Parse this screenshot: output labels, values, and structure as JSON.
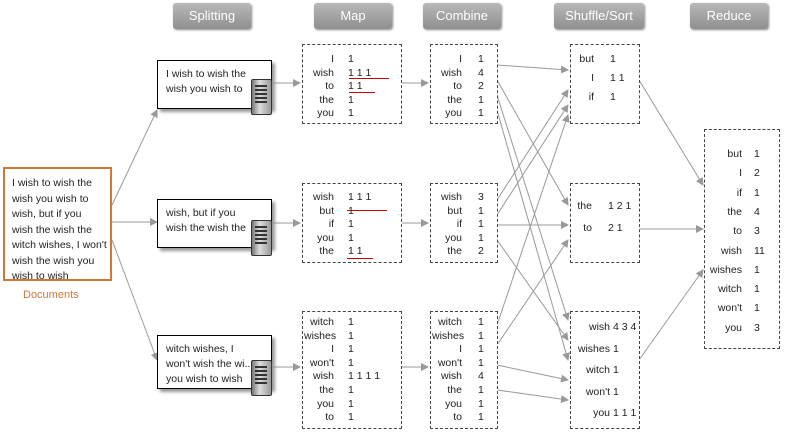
{
  "headers": {
    "splitting": "Splitting",
    "map": "Map",
    "combine": "Combine",
    "shuffle": "Shuffle/Sort",
    "reduce": "Reduce"
  },
  "document": {
    "text": "I wish to wish the\nwish you wish to\nwish, but if you\nwish the wish the\nwitch wishes, I won't\nwish the wish you\nwish to wish",
    "label": "Documents"
  },
  "splits": [
    {
      "text": "I wish to wish the\nwish you wish to"
    },
    {
      "text": "wish, but if you\nwish the wish the"
    },
    {
      "text": "witch wishes, I\nwon't wish the wi..\nyou wish to wish"
    }
  ],
  "map": [
    [
      [
        "I",
        "1"
      ],
      [
        "wish",
        "1 1 1"
      ],
      [
        "to",
        "1 1"
      ],
      [
        "the",
        "1"
      ],
      [
        "you",
        "1"
      ]
    ],
    [
      [
        "wish",
        "1 1 1"
      ],
      [
        "but",
        "1"
      ],
      [
        "if",
        "1"
      ],
      [
        "you",
        "1"
      ],
      [
        "the",
        "1 1"
      ]
    ],
    [
      [
        "witch",
        "1"
      ],
      [
        "wishes",
        "1"
      ],
      [
        "I",
        "1"
      ],
      [
        "won't",
        "1"
      ],
      [
        "wish",
        "1 1 1 1"
      ],
      [
        "the",
        "1"
      ],
      [
        "you",
        "1"
      ],
      [
        "to",
        "1"
      ]
    ]
  ],
  "combine": [
    [
      [
        "I",
        "1"
      ],
      [
        "wish",
        "4"
      ],
      [
        "to",
        "2"
      ],
      [
        "the",
        "1"
      ],
      [
        "you",
        "1"
      ]
    ],
    [
      [
        "wish",
        "3"
      ],
      [
        "but",
        "1"
      ],
      [
        "if",
        "1"
      ],
      [
        "you",
        "1"
      ],
      [
        "the",
        "2"
      ]
    ],
    [
      [
        "witch",
        "1"
      ],
      [
        "wishes",
        "1"
      ],
      [
        "I",
        "1"
      ],
      [
        "won't",
        "1"
      ],
      [
        "wish",
        "4"
      ],
      [
        "the",
        "1"
      ],
      [
        "you",
        "1"
      ],
      [
        "to",
        "1"
      ]
    ]
  ],
  "shuffle": [
    [
      [
        "but",
        "1"
      ],
      [
        "I",
        "1 1"
      ],
      [
        "if",
        "1"
      ]
    ],
    [
      [
        "the",
        "1 2 1"
      ],
      [
        "to",
        "2 1"
      ]
    ],
    [
      [
        "wish",
        "4 3 4"
      ],
      [
        "wishes",
        "1"
      ],
      [
        "witch",
        "1"
      ],
      [
        "won't",
        "1"
      ],
      [
        "you",
        "1 1 1"
      ]
    ]
  ],
  "reduce": [
    [
      "but",
      "1"
    ],
    [
      "I",
      "2"
    ],
    [
      "if",
      "1"
    ],
    [
      "the",
      "4"
    ],
    [
      "to",
      "3"
    ],
    [
      "wish",
      "11"
    ],
    [
      "wishes",
      "1"
    ],
    [
      "witch",
      "1"
    ],
    [
      "won't",
      "1"
    ],
    [
      "you",
      "3"
    ]
  ],
  "colors": {
    "document_border": "#d2773a",
    "header_bg": "#9a9a9a",
    "annotation": "#cc0000"
  }
}
